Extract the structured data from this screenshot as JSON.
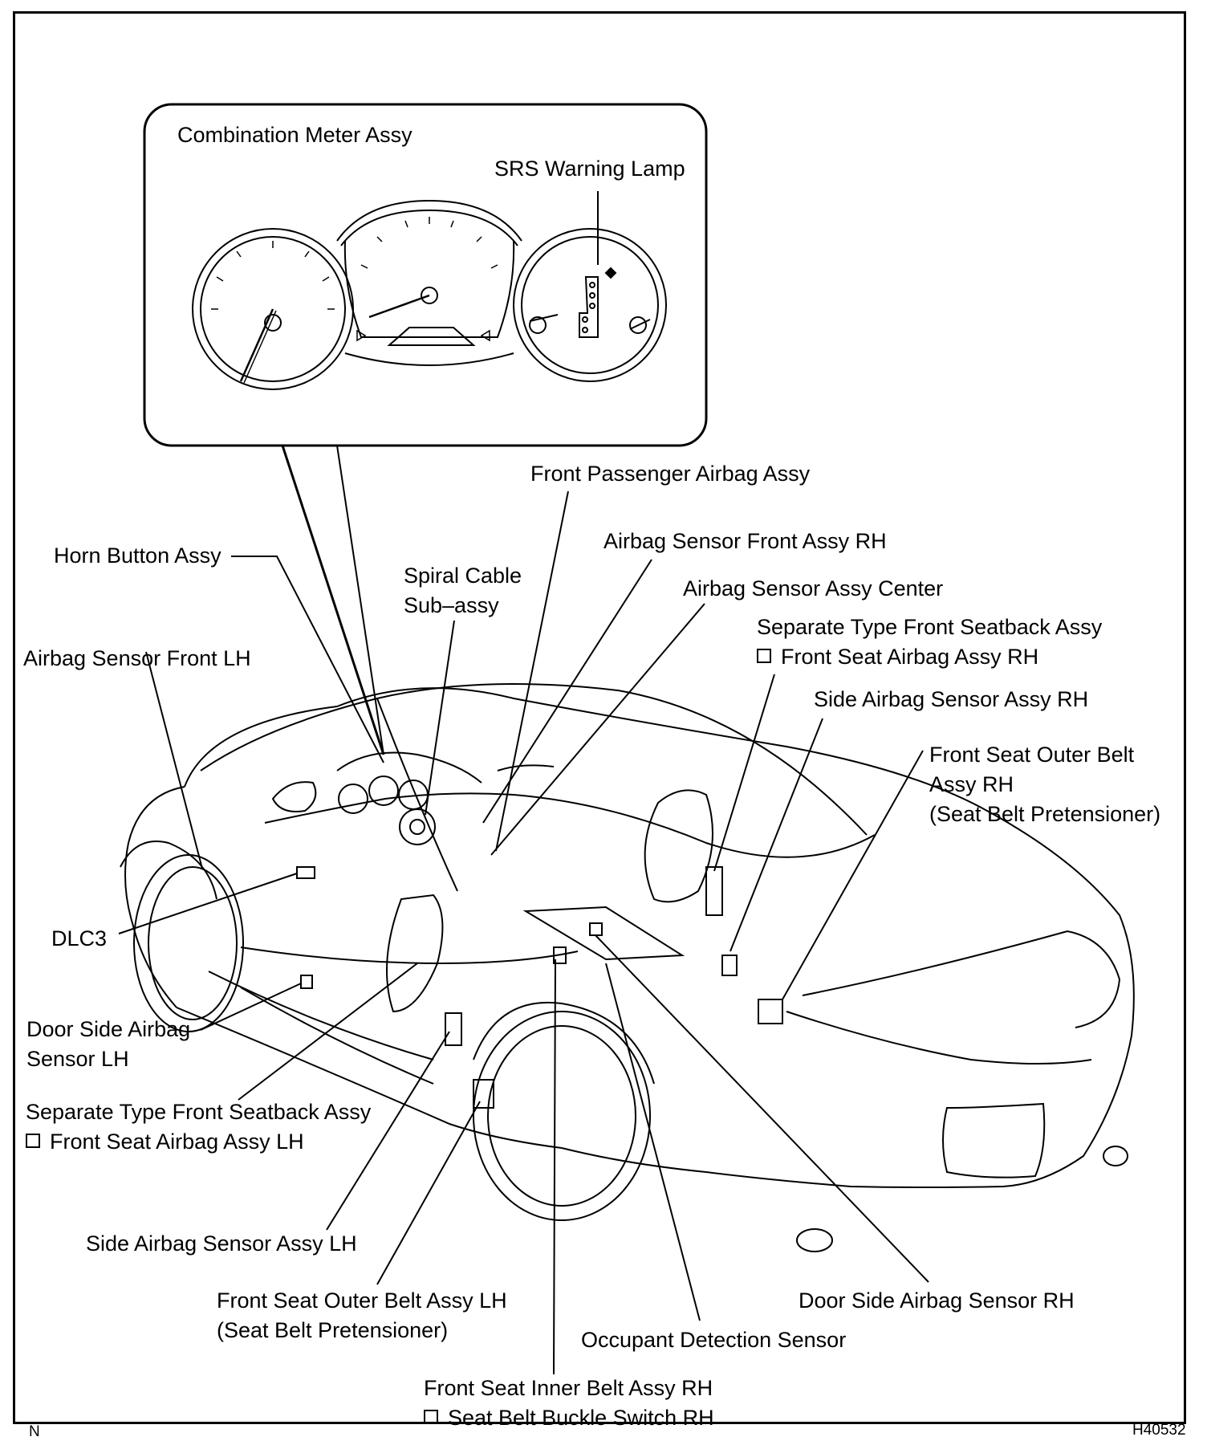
{
  "diagram": {
    "inset_title": "Combination Meter Assy",
    "labels": {
      "srs_warning_lamp": "SRS Warning Lamp",
      "front_passenger_airbag": "Front Passenger Airbag Assy",
      "airbag_sensor_front_rh": "Airbag Sensor Front Assy RH",
      "airbag_sensor_center": "Airbag Sensor Assy Center",
      "horn_button": "Horn Button Assy",
      "spiral_cable_line1": "Spiral Cable",
      "spiral_cable_line2": "Sub–assy",
      "separate_seatback_rh_line1": "Separate Type Front Seatback Assy",
      "separate_seatback_rh_line2": "Front Seat Airbag Assy RH",
      "airbag_sensor_front_lh": "Airbag Sensor Front LH",
      "side_airbag_sensor_rh": "Side Airbag Sensor Assy RH",
      "front_seat_outer_belt_rh_line1": "Front Seat Outer Belt",
      "front_seat_outer_belt_rh_line2": "Assy RH",
      "front_seat_outer_belt_rh_line3": "(Seat Belt Pretensioner)",
      "dlc3": "DLC3",
      "door_side_airbag_lh_line1": "Door Side Airbag",
      "door_side_airbag_lh_line2": "Sensor LH",
      "separate_seatback_lh_line1": "Separate Type Front Seatback Assy",
      "separate_seatback_lh_line2": "Front Seat Airbag Assy LH",
      "side_airbag_sensor_lh": "Side Airbag Sensor Assy LH",
      "front_seat_outer_belt_lh_line1": "Front Seat Outer Belt Assy LH",
      "front_seat_outer_belt_lh_line2": "(Seat Belt Pretensioner)",
      "door_side_airbag_rh": "Door Side Airbag Sensor RH",
      "occupant_detection": "Occupant Detection Sensor",
      "front_seat_inner_belt_line1": "Front Seat Inner Belt Assy RH",
      "front_seat_inner_belt_line2": "Seat Belt Buckle Switch RH"
    },
    "corner_left": "N",
    "figure_code": "H40532"
  }
}
